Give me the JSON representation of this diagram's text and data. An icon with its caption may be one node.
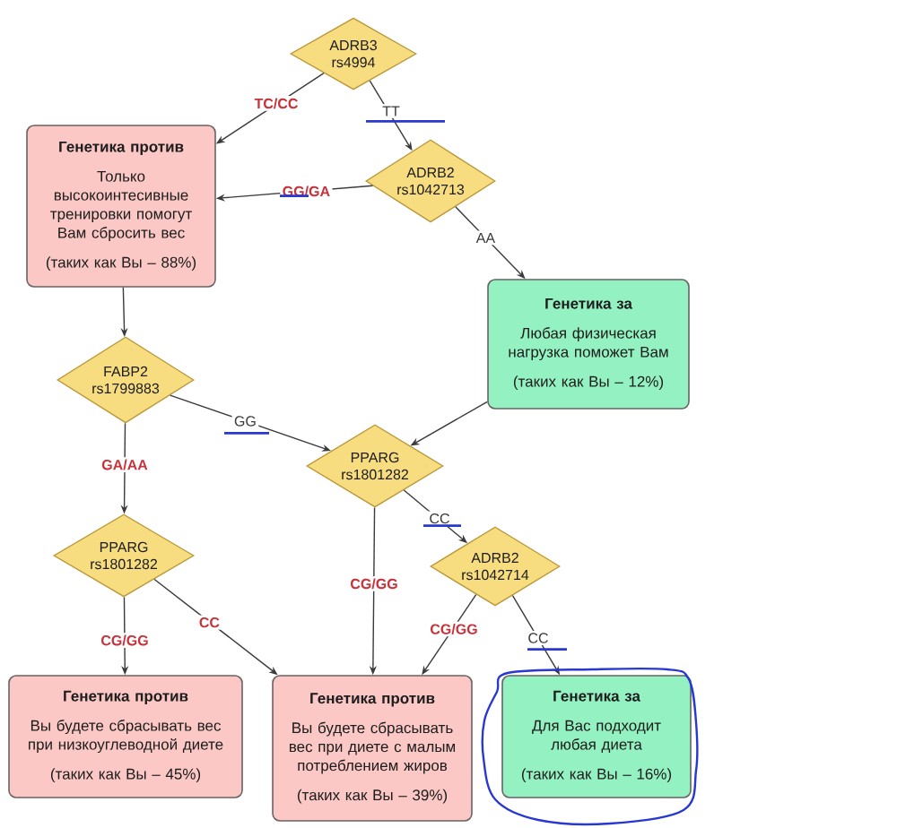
{
  "diagram": {
    "nodes": [
      {
        "text": [
          "ADRB3 rs4994"
        ]
      },
      {
        "text": [
          "Генетика против",
          "Только высокоинтесивные тренировки помогут Вам сбросить вес",
          "(таких как Вы – 88%)"
        ]
      },
      {
        "text": [
          "ADRB2 rs1042713"
        ]
      },
      {
        "text": [
          "Генетика за",
          "Любая физическая нагрузка поможет Вам",
          "(таких как Вы – 12%)"
        ]
      },
      {
        "text": [
          "FABP2 rs1799883"
        ]
      },
      {
        "text": [
          "PPARG rs1801282"
        ]
      },
      {
        "text": [
          "PPARG rs1801282"
        ]
      },
      {
        "text": [
          "ADRB2 rs1042714"
        ]
      },
      {
        "text": [
          "Генетика против",
          "Вы будете сбрасывать вес при низкоуглеводной диете",
          "(таких как Вы – 45%)"
        ]
      },
      {
        "text": [
          "Генетика против",
          "Вы будете сбрасывать вес при диете с малым потреблением жиров",
          "(таких как Вы – 39%)"
        ]
      },
      {
        "text": [
          "Генетика за",
          "Для Вас подходит любая диета",
          "(таких как Вы – 16%)"
        ]
      }
    ],
    "edges": [
      {
        "from": 0,
        "to": 1,
        "arrow": "to",
        "label": "TC/CC"
      },
      {
        "from": 0,
        "to": 2,
        "arrow": "to",
        "label": "TT"
      },
      {
        "from": 2,
        "to": 1,
        "arrow": "to",
        "label": "GG/GA"
      },
      {
        "from": 2,
        "to": 3,
        "arrow": "to",
        "label": "AA"
      },
      {
        "from": 1,
        "to": 4,
        "arrow": "to"
      },
      {
        "from": 4,
        "to": 5,
        "arrow": "to",
        "label": "GG"
      },
      {
        "from": 3,
        "to": 5,
        "arrow": "to"
      },
      {
        "from": 4,
        "to": 6,
        "arrow": "to",
        "label": "GA/AA"
      },
      {
        "from": 5,
        "to": 7,
        "arrow": "to",
        "label": "CC"
      },
      {
        "from": 5,
        "to": 9,
        "arrow": "to",
        "label": "CG/GG"
      },
      {
        "from": 6,
        "to": 8,
        "arrow": "to",
        "label": "CG/GG"
      },
      {
        "from": 6,
        "to": 9,
        "arrow": "to",
        "label": "CC"
      },
      {
        "from": 7,
        "to": 9,
        "arrow": "to",
        "label": "CG/GG"
      },
      {
        "from": 7,
        "to": 10,
        "arrow": "to",
        "label": "CC"
      }
    ]
  }
}
